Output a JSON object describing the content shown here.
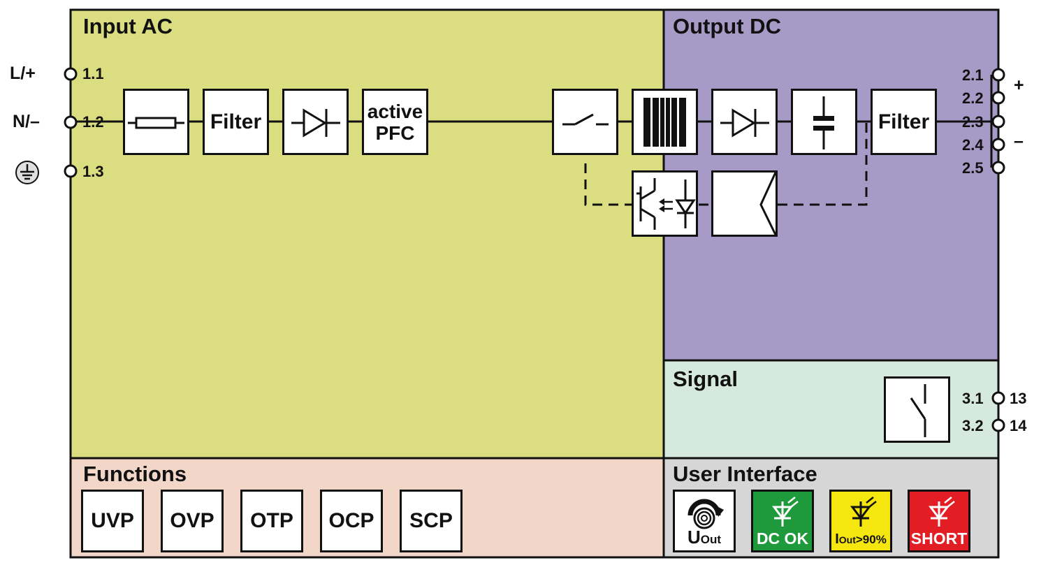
{
  "sections": {
    "input": "Input AC",
    "output": "Output DC",
    "signal": "Signal",
    "functions": "Functions",
    "user_interface": "User Interface"
  },
  "input_terminals": [
    {
      "name": "L/+",
      "pin": "1.1"
    },
    {
      "name": "N/–",
      "pin": "1.2"
    },
    {
      "name": "",
      "pin": "1.3",
      "icon": "ground-icon"
    }
  ],
  "output_terminals": [
    "2.1",
    "2.2",
    "2.3",
    "2.4",
    "2.5"
  ],
  "output_polarity": {
    "plus": "+",
    "minus": "–"
  },
  "signal_terminals": [
    {
      "pin": "3.1",
      "number": "13"
    },
    {
      "pin": "3.2",
      "number": "14"
    }
  ],
  "blocks": {
    "input_filter": "Filter",
    "pfc_line1": "active",
    "pfc_line2": "PFC",
    "output_filter": "Filter"
  },
  "functions": [
    "UVP",
    "OVP",
    "OTP",
    "OCP",
    "SCP"
  ],
  "ui_elements": [
    {
      "label_main": "U",
      "label_sub": "Out",
      "color": "#ffffff",
      "icon": "potentiometer-icon"
    },
    {
      "label": "DC OK",
      "color": "#1e9a3c",
      "icon": "led-icon"
    },
    {
      "label_main": "I",
      "label_sub": "Out",
      "label_suffix": ">90%",
      "color": "#f5e60f",
      "icon": "led-icon"
    },
    {
      "label": "SHORT",
      "color": "#e31d24",
      "icon": "led-icon"
    }
  ],
  "colors": {
    "input_bg": "#dadd80",
    "output_bg": "#a69bc7",
    "signal_bg": "#d6e9de",
    "functions_bg": "#f2d6c8",
    "ui_bg": "#d6d6d6"
  }
}
